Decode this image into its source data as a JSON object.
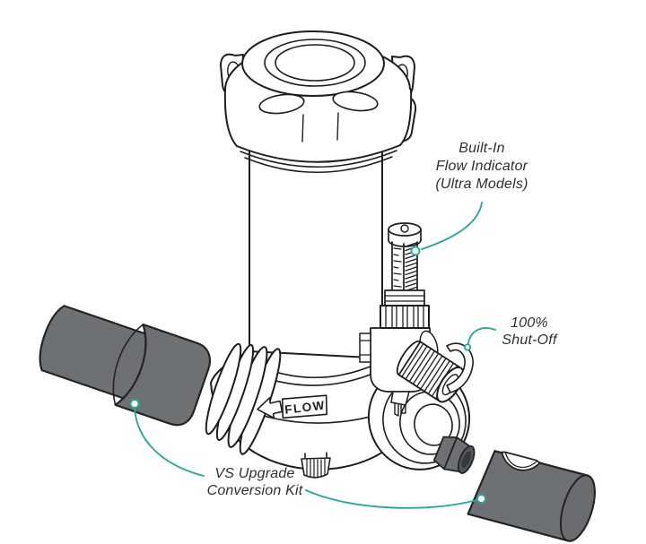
{
  "illustration": {
    "background_color": "#ffffff",
    "line_color": "#1e1e1e",
    "accent_color": "#2ba89b",
    "pipe_color": "#6e7173",
    "flow_label": "FLOW",
    "annotations": {
      "flow_indicator": {
        "lines": [
          "Built-In",
          "Flow Indicator",
          "(Ultra Models)"
        ]
      },
      "shut_off": {
        "lines": [
          "100%",
          "Shut-Off"
        ]
      },
      "conversion_kit": {
        "lines": [
          "VS Upgrade",
          "Conversion Kit"
        ]
      }
    }
  }
}
